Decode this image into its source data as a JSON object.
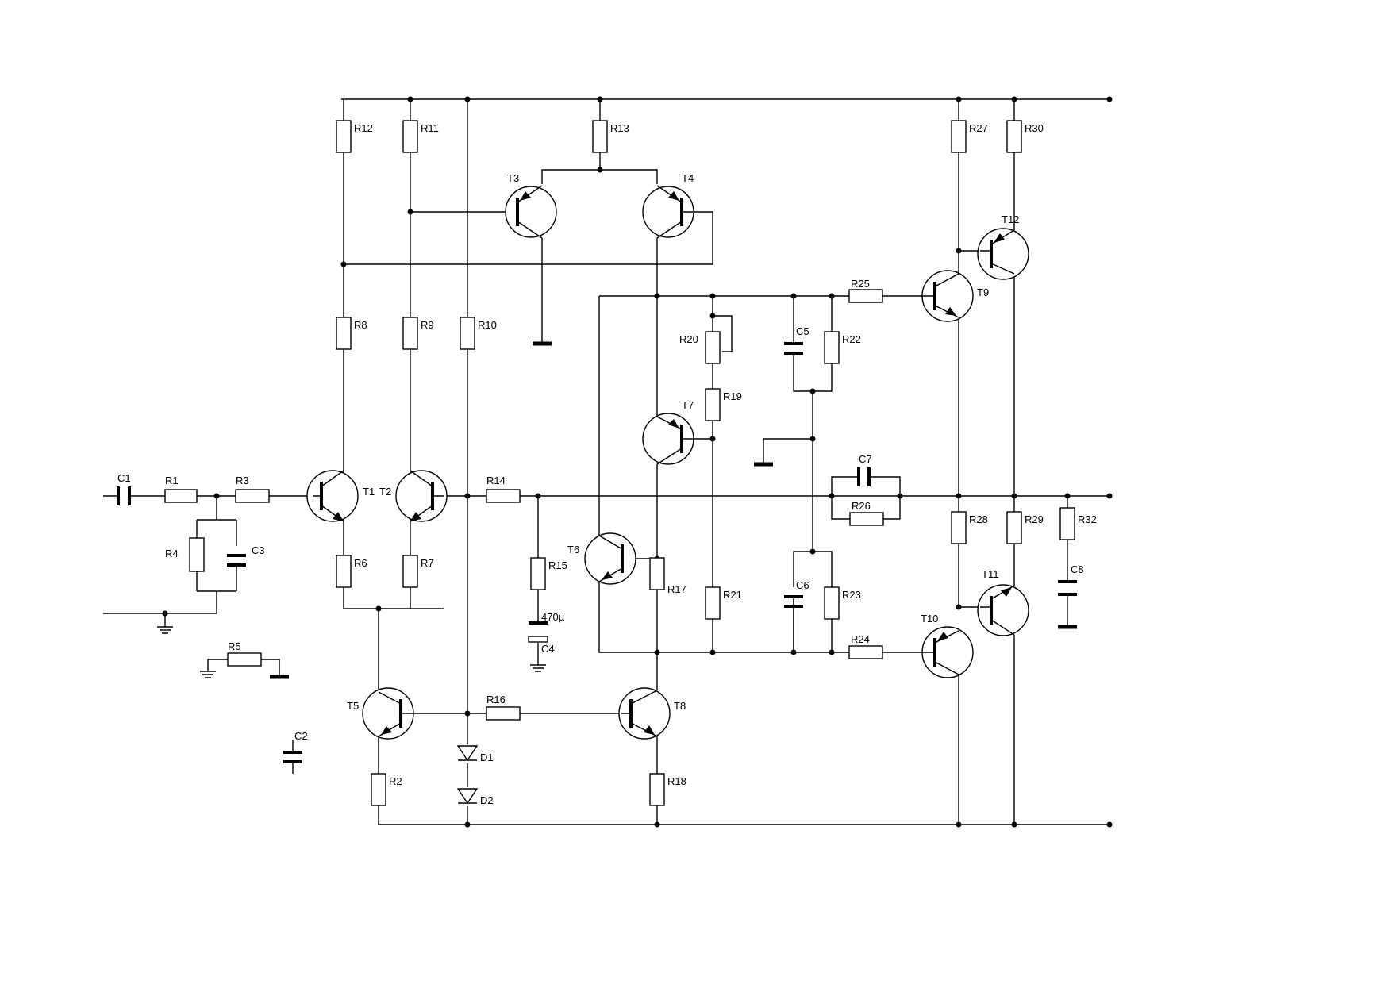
{
  "schematic": {
    "resistors": [
      {
        "ref": "R1",
        "label": "R1"
      },
      {
        "ref": "R2",
        "label": "R2"
      },
      {
        "ref": "R3",
        "label": "R3"
      },
      {
        "ref": "R4",
        "label": "R4"
      },
      {
        "ref": "R5",
        "label": "R5"
      },
      {
        "ref": "R6",
        "label": "R6"
      },
      {
        "ref": "R7",
        "label": "R7"
      },
      {
        "ref": "R8",
        "label": "R8"
      },
      {
        "ref": "R9",
        "label": "R9"
      },
      {
        "ref": "R10",
        "label": "R10"
      },
      {
        "ref": "R11",
        "label": "R11"
      },
      {
        "ref": "R12",
        "label": "R12"
      },
      {
        "ref": "R13",
        "label": "R13"
      },
      {
        "ref": "R14",
        "label": "R14"
      },
      {
        "ref": "R15",
        "label": "R15"
      },
      {
        "ref": "R16",
        "label": "R16"
      },
      {
        "ref": "R17",
        "label": "R17"
      },
      {
        "ref": "R18",
        "label": "R18"
      },
      {
        "ref": "R19",
        "label": "R19"
      },
      {
        "ref": "R20",
        "label": "R20"
      },
      {
        "ref": "R21",
        "label": "R21"
      },
      {
        "ref": "R22",
        "label": "R22"
      },
      {
        "ref": "R23",
        "label": "R23"
      },
      {
        "ref": "R24",
        "label": "R24"
      },
      {
        "ref": "R25",
        "label": "R25"
      },
      {
        "ref": "R26",
        "label": "R26"
      },
      {
        "ref": "R27",
        "label": "R27"
      },
      {
        "ref": "R28",
        "label": "R28"
      },
      {
        "ref": "R29",
        "label": "R29"
      },
      {
        "ref": "R30",
        "label": "R30"
      },
      {
        "ref": "R32",
        "label": "R32"
      }
    ],
    "capacitors": [
      {
        "ref": "C1",
        "label": "C1"
      },
      {
        "ref": "C2",
        "label": "C2"
      },
      {
        "ref": "C3",
        "label": "C3"
      },
      {
        "ref": "C4",
        "label": "C4",
        "value": "470µ"
      },
      {
        "ref": "C5",
        "label": "C5"
      },
      {
        "ref": "C6",
        "label": "C6"
      },
      {
        "ref": "C7",
        "label": "C7"
      },
      {
        "ref": "C8",
        "label": "C8"
      }
    ],
    "transistors": [
      {
        "ref": "T1",
        "label": "T1",
        "type": "npn"
      },
      {
        "ref": "T2",
        "label": "T2",
        "type": "npn"
      },
      {
        "ref": "T3",
        "label": "T3",
        "type": "pnp"
      },
      {
        "ref": "T4",
        "label": "T4",
        "type": "pnp"
      },
      {
        "ref": "T5",
        "label": "T5",
        "type": "npn"
      },
      {
        "ref": "T6",
        "label": "T6",
        "type": "npn"
      },
      {
        "ref": "T7",
        "label": "T7",
        "type": "pnp"
      },
      {
        "ref": "T8",
        "label": "T8",
        "type": "npn"
      },
      {
        "ref": "T9",
        "label": "T9",
        "type": "npn"
      },
      {
        "ref": "T10",
        "label": "T10",
        "type": "pnp"
      },
      {
        "ref": "T11",
        "label": "T11",
        "type": "npn"
      },
      {
        "ref": "T12",
        "label": "T12",
        "type": "pnp"
      }
    ],
    "diodes": [
      {
        "ref": "D1",
        "label": "D1"
      },
      {
        "ref": "D2",
        "label": "D2"
      }
    ]
  }
}
